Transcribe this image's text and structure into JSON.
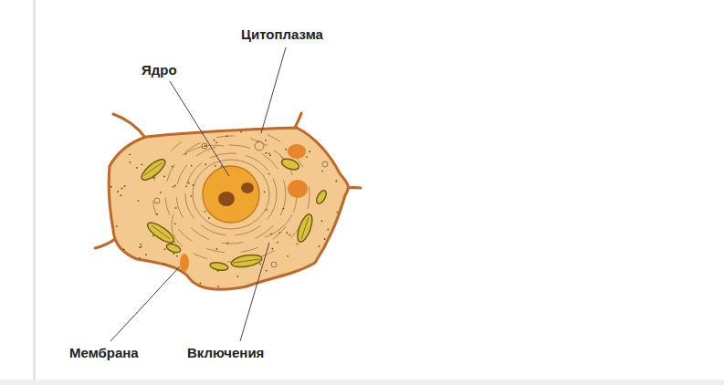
{
  "diagram": {
    "labels": [
      "Цитоплазма",
      "Ядро",
      "Мембрана",
      "Включения"
    ]
  }
}
